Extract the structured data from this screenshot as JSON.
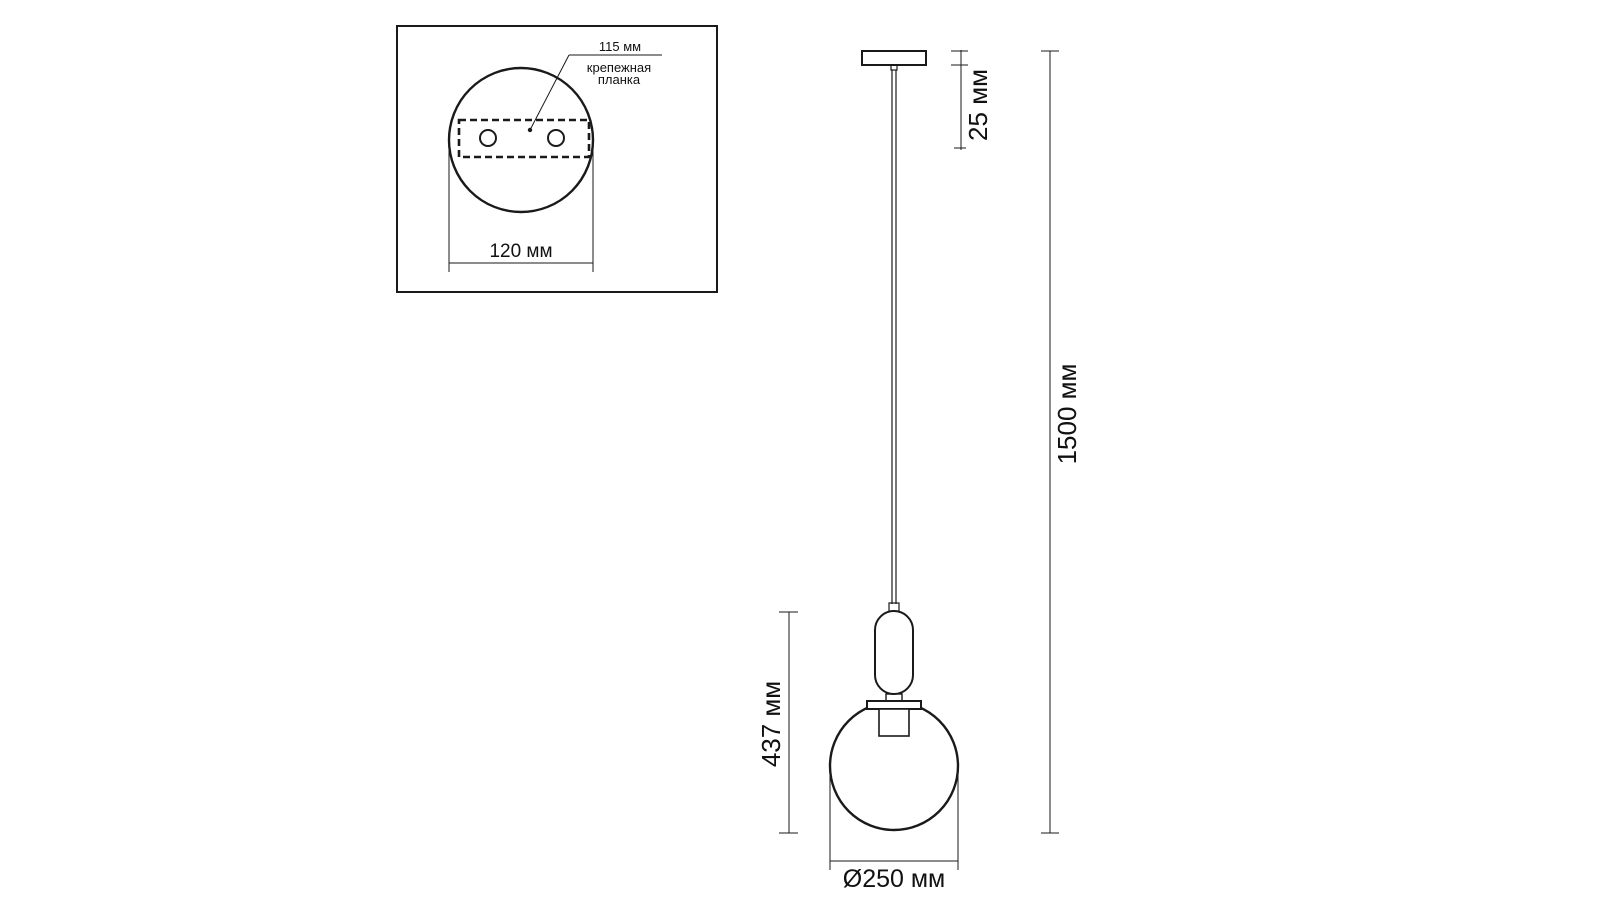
{
  "diagram": {
    "colors": {
      "stroke": "#1a1a1a",
      "background": "#ffffff",
      "text": "#111111"
    },
    "inset": {
      "bracket_size_label": "115 мм",
      "bracket_name_line1": "крепежная",
      "bracket_name_line2": "планка",
      "canopy_diameter_label": "120 мм"
    },
    "dimensions": {
      "canopy_height_label": "25 мм",
      "total_height_label": "1500 мм",
      "shade_height_label": "437 мм",
      "shade_diameter_label": "Ø250 мм"
    }
  }
}
